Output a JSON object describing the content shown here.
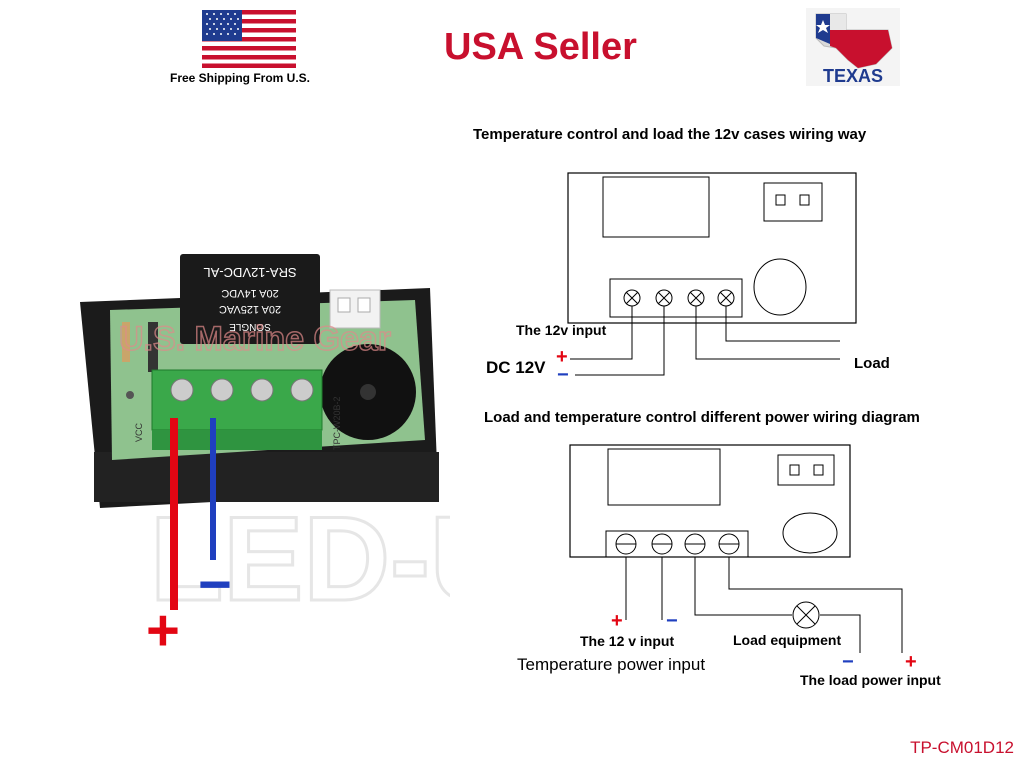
{
  "header": {
    "seller_title": "USA Seller",
    "shipping_note": "Free Shipping From U.S.",
    "texas_label": "TEXAS"
  },
  "watermark": {
    "text": "U.S. Marine Gear",
    "background_text": "LED-UK"
  },
  "relay": {
    "line1": "SRA-12VDC-AL",
    "line2": "20A 14VDC",
    "line3": "20A 125VAC",
    "brand": "SONGLE",
    "pcb_model": "TPC-W20B-2",
    "pcb_vcc": "VCC"
  },
  "photo_labels": {
    "plus": "+",
    "minus": "−"
  },
  "diagram1": {
    "title": "Temperature control and load the 12v cases wiring way",
    "input_label": "The 12v  input",
    "dc_label": "DC 12V",
    "plus": "+",
    "minus": "−",
    "load_label": "Load"
  },
  "diagram2": {
    "title": "Load and temperature control different power wiring diagram",
    "input_label": "The 12 v  input",
    "power_label": "Temperature power input",
    "load_equipment_label": "Load equipment",
    "load_power_label": "The load power input",
    "plus": "+",
    "minus": "−"
  },
  "footer": {
    "sku": "TP-CM01D12"
  },
  "colors": {
    "brand_red": "#c8102e",
    "wire_red": "#e30613",
    "wire_blue": "#1f3fbf",
    "terminal_green": "#3aa84a",
    "pcb_green": "#8fc28e"
  }
}
